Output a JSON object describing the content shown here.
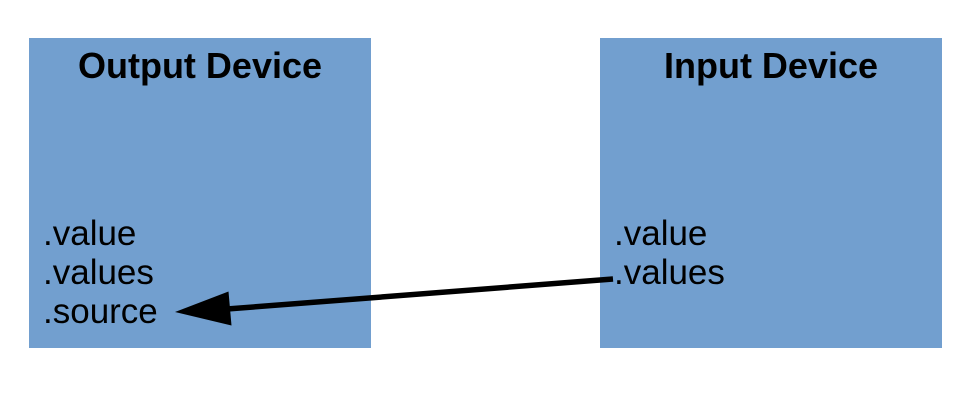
{
  "diagram": {
    "colors": {
      "background": "#ffffff",
      "box_fill": "#729fcf",
      "text": "#000000",
      "arrow": "#000000"
    },
    "nodes": [
      {
        "title": "Output Device",
        "properties": [
          ".value",
          ".values",
          ".source"
        ]
      },
      {
        "title": "Input Device",
        "properties": [
          ".value",
          ".values"
        ]
      }
    ],
    "arrow": {
      "from_node": "Input Device",
      "from_property": ".values",
      "to_node": "Output Device",
      "to_property": ".source",
      "direction": "right-to-left"
    }
  }
}
